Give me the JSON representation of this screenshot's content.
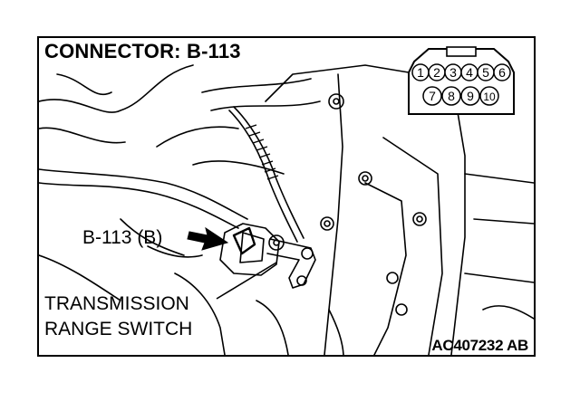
{
  "title": "CONNECTOR: B-113",
  "connector_ref": "B-113 (B)",
  "component_name_line1": "TRANSMISSION",
  "component_name_line2": "RANGE SWITCH",
  "figure_code": "AC407232 AB",
  "connector_pins": {
    "top_row": [
      "1",
      "2",
      "3",
      "4",
      "5",
      "6"
    ],
    "bottom_row": [
      "7",
      "8",
      "9",
      "10"
    ]
  }
}
